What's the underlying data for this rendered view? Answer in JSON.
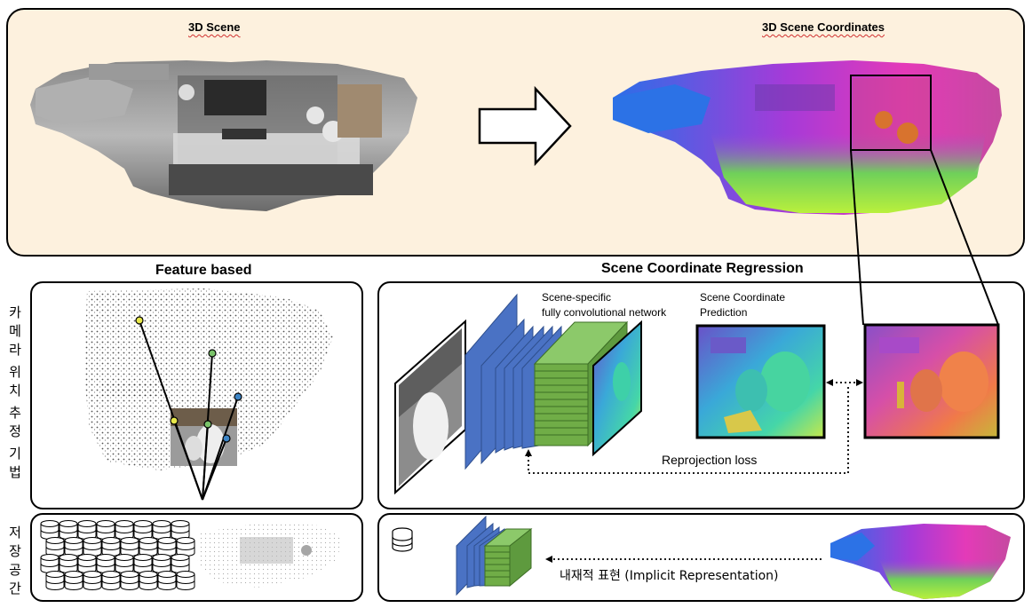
{
  "top": {
    "left_label": "3D Scene",
    "right_label": "3D Scene Coordinates"
  },
  "feature_based": {
    "title": "Feature based"
  },
  "scr": {
    "title": "Scene Coordinate Regression",
    "network_label_line1": "Scene-specific",
    "network_label_line2": "fully convolutional network",
    "prediction_label_line1": "Scene Coordinate",
    "prediction_label_line2": "Prediction",
    "loss_label": "Reprojection loss"
  },
  "side_labels": {
    "method_chars": [
      "카",
      "메",
      "라",
      "위",
      "치",
      "추",
      "정",
      "기",
      "법"
    ],
    "storage_chars": [
      "저",
      "장",
      "공",
      "간"
    ]
  },
  "storage": {
    "implicit_label": "내재적 표현 (Implicit Representation)"
  },
  "colors": {
    "top_bg": "#fdf1de",
    "conv_blue": "#4a72c4",
    "conv_green": "#70ad47",
    "keypoint_yellow": "#e8e84a",
    "keypoint_green": "#7ac36a",
    "keypoint_blue": "#3d85c6"
  },
  "icons": [
    "database-icon",
    "right-arrow-icon"
  ]
}
